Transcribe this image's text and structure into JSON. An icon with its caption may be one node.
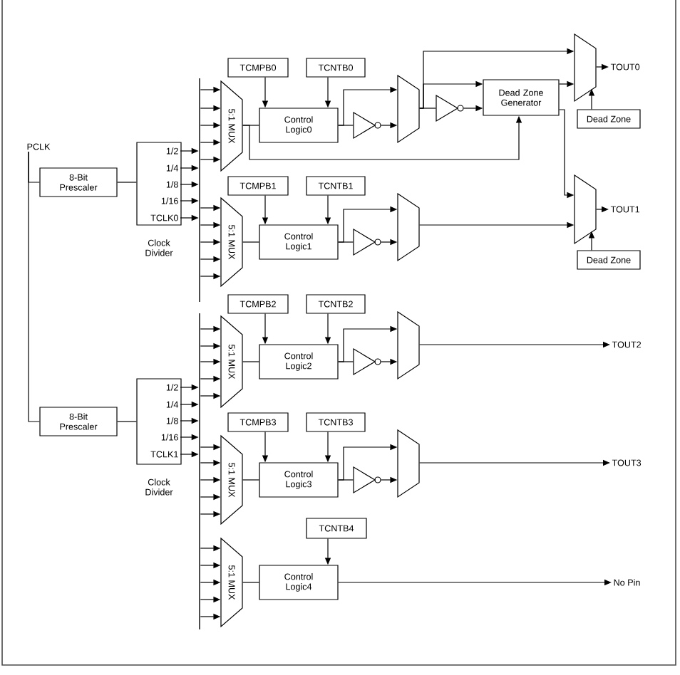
{
  "diagram": {
    "nodes": [
      {
        "text": [
          "PCLK"
        ]
      },
      {
        "text": [
          "8-Bit Prescaler"
        ]
      },
      {
        "text": [],
        "shape": "box",
        "beside": [
          "Clock Divider"
        ]
      },
      {
        "text": [
          "1/2"
        ],
        "in": 2
      },
      {
        "text": [
          "1/4"
        ],
        "in": 2
      },
      {
        "text": [
          "1/8"
        ],
        "in": 2
      },
      {
        "text": [
          "1/16"
        ],
        "in": 2
      },
      {
        "text": [
          "TCLK0"
        ],
        "in": 2
      },
      {
        "text": [
          "8-Bit Prescaler"
        ]
      },
      {
        "text": [],
        "shape": "box",
        "beside": [
          "Clock Divider"
        ]
      },
      {
        "text": [
          "1/2"
        ],
        "in": 9
      },
      {
        "text": [
          "1/4"
        ],
        "in": 9
      },
      {
        "text": [
          "1/8"
        ],
        "in": 9
      },
      {
        "text": [
          "1/16"
        ],
        "in": 9
      },
      {
        "text": [
          "TCLK1"
        ],
        "in": 9
      },
      {
        "text": [],
        "shape": "bar"
      },
      {
        "text": [],
        "shape": "bar"
      },
      {
        "text": [
          "5:1 MUX"
        ]
      },
      {
        "text": [
          "TCMPB0"
        ]
      },
      {
        "text": [
          "TCNTB0"
        ]
      },
      {
        "text": [
          "Control Logic0"
        ]
      },
      {
        "text": [],
        "shape": "triangle"
      },
      {
        "text": [],
        "shape": "trapezoid"
      },
      {
        "text": [],
        "shape": "triangle"
      },
      {
        "text": [
          "Dead Zone Generator"
        ]
      },
      {
        "text": [],
        "shape": "trapezoid"
      },
      {
        "text": [
          "Dead Zone"
        ]
      },
      {
        "text": [
          "TOUT0"
        ]
      },
      {
        "text": [
          "5:1 MUX"
        ]
      },
      {
        "text": [
          "TCMPB1"
        ]
      },
      {
        "text": [
          "TCNTB1"
        ]
      },
      {
        "text": [
          "Control Logic1"
        ]
      },
      {
        "text": [],
        "shape": "triangle"
      },
      {
        "text": [],
        "shape": "trapezoid"
      },
      {
        "text": [],
        "shape": "trapezoid"
      },
      {
        "text": [
          "Dead Zone"
        ]
      },
      {
        "text": [
          "TOUT1"
        ]
      },
      {
        "text": [
          "5:1 MUX"
        ]
      },
      {
        "text": [
          "TCMPB2"
        ]
      },
      {
        "text": [
          "TCNTB2"
        ]
      },
      {
        "text": [
          "Control Logic2"
        ]
      },
      {
        "text": [],
        "shape": "triangle"
      },
      {
        "text": [],
        "shape": "trapezoid"
      },
      {
        "text": [
          "TOUT2"
        ]
      },
      {
        "text": [
          "5:1 MUX"
        ]
      },
      {
        "text": [
          "TCMPB3"
        ]
      },
      {
        "text": [
          "TCNTB3"
        ]
      },
      {
        "text": [
          "Control Logic3"
        ]
      },
      {
        "text": [],
        "shape": "triangle"
      },
      {
        "text": [],
        "shape": "trapezoid"
      },
      {
        "text": [
          "TOUT3"
        ]
      },
      {
        "text": [
          "5:1 MUX"
        ]
      },
      {
        "text": [
          "TCNTB4"
        ]
      },
      {
        "text": [
          "Control Logic4"
        ]
      },
      {
        "text": [
          "No Pin"
        ]
      }
    ],
    "edges": [
      {
        "from": 0,
        "to": 1,
        "arrow": "none"
      },
      {
        "from": 0,
        "to": 8,
        "arrow": "none"
      },
      {
        "from": 1,
        "to": 2,
        "arrow": "none"
      },
      {
        "from": 8,
        "to": 9,
        "arrow": "none"
      },
      {
        "from": 3,
        "to": 15,
        "arrow": "to"
      },
      {
        "from": 4,
        "to": 15,
        "arrow": "to"
      },
      {
        "from": 5,
        "to": 15,
        "arrow": "to"
      },
      {
        "from": 6,
        "to": 15,
        "arrow": "to"
      },
      {
        "from": 7,
        "to": 15,
        "arrow": "to"
      },
      {
        "from": 10,
        "to": 16,
        "arrow": "to"
      },
      {
        "from": 11,
        "to": 16,
        "arrow": "to"
      },
      {
        "from": 12,
        "to": 16,
        "arrow": "to"
      },
      {
        "from": 13,
        "to": 16,
        "arrow": "to"
      },
      {
        "from": 14,
        "to": 16,
        "arrow": "to"
      },
      {
        "from": 15,
        "to": 17,
        "arrow": "to"
      },
      {
        "from": 15,
        "to": 17,
        "arrow": "to"
      },
      {
        "from": 15,
        "to": 17,
        "arrow": "to"
      },
      {
        "from": 15,
        "to": 17,
        "arrow": "to"
      },
      {
        "from": 15,
        "to": 17,
        "arrow": "to"
      },
      {
        "from": 15,
        "to": 28,
        "arrow": "to"
      },
      {
        "from": 15,
        "to": 28,
        "arrow": "to"
      },
      {
        "from": 15,
        "to": 28,
        "arrow": "to"
      },
      {
        "from": 15,
        "to": 28,
        "arrow": "to"
      },
      {
        "from": 15,
        "to": 28,
        "arrow": "to"
      },
      {
        "from": 16,
        "to": 37,
        "arrow": "to"
      },
      {
        "from": 16,
        "to": 37,
        "arrow": "to"
      },
      {
        "from": 16,
        "to": 37,
        "arrow": "to"
      },
      {
        "from": 16,
        "to": 37,
        "arrow": "to"
      },
      {
        "from": 16,
        "to": 37,
        "arrow": "to"
      },
      {
        "from": 16,
        "to": 44,
        "arrow": "to"
      },
      {
        "from": 16,
        "to": 44,
        "arrow": "to"
      },
      {
        "from": 16,
        "to": 44,
        "arrow": "to"
      },
      {
        "from": 16,
        "to": 44,
        "arrow": "to"
      },
      {
        "from": 16,
        "to": 44,
        "arrow": "to"
      },
      {
        "from": 16,
        "to": 51,
        "arrow": "to"
      },
      {
        "from": 16,
        "to": 51,
        "arrow": "to"
      },
      {
        "from": 16,
        "to": 51,
        "arrow": "to"
      },
      {
        "from": 16,
        "to": 51,
        "arrow": "to"
      },
      {
        "from": 16,
        "to": 51,
        "arrow": "to"
      },
      {
        "from": 17,
        "to": 20,
        "arrow": "none"
      },
      {
        "from": 17,
        "to": 24,
        "arrow": "to"
      },
      {
        "from": 18,
        "to": 20,
        "arrow": "to"
      },
      {
        "from": 19,
        "to": 20,
        "arrow": "to"
      },
      {
        "from": 20,
        "to": 22,
        "arrow": "to"
      },
      {
        "from": 20,
        "to": 21,
        "arrow": "none"
      },
      {
        "from": 21,
        "to": 22,
        "arrow": "to"
      },
      {
        "from": 22,
        "to": 25,
        "arrow": "to"
      },
      {
        "from": 22,
        "to": 24,
        "arrow": "to"
      },
      {
        "from": 22,
        "to": 23,
        "arrow": "none"
      },
      {
        "from": 23,
        "to": 24,
        "arrow": "to"
      },
      {
        "from": 24,
        "to": 25,
        "arrow": "to"
      },
      {
        "from": 24,
        "to": 34,
        "arrow": "to"
      },
      {
        "from": 26,
        "to": 25,
        "arrow": "to"
      },
      {
        "from": 25,
        "to": 27,
        "arrow": "to"
      },
      {
        "from": 28,
        "to": 31,
        "arrow": "none"
      },
      {
        "from": 29,
        "to": 31,
        "arrow": "to"
      },
      {
        "from": 30,
        "to": 31,
        "arrow": "to"
      },
      {
        "from": 31,
        "to": 33,
        "arrow": "to"
      },
      {
        "from": 31,
        "to": 32,
        "arrow": "none"
      },
      {
        "from": 32,
        "to": 33,
        "arrow": "to"
      },
      {
        "from": 33,
        "to": 34,
        "arrow": "to"
      },
      {
        "from": 35,
        "to": 34,
        "arrow": "to"
      },
      {
        "from": 34,
        "to": 36,
        "arrow": "to"
      },
      {
        "from": 37,
        "to": 40,
        "arrow": "none"
      },
      {
        "from": 38,
        "to": 40,
        "arrow": "to"
      },
      {
        "from": 39,
        "to": 40,
        "arrow": "to"
      },
      {
        "from": 40,
        "to": 42,
        "arrow": "to"
      },
      {
        "from": 40,
        "to": 41,
        "arrow": "none"
      },
      {
        "from": 41,
        "to": 42,
        "arrow": "to"
      },
      {
        "from": 42,
        "to": 43,
        "arrow": "to"
      },
      {
        "from": 44,
        "to": 47,
        "arrow": "none"
      },
      {
        "from": 45,
        "to": 47,
        "arrow": "to"
      },
      {
        "from": 46,
        "to": 47,
        "arrow": "to"
      },
      {
        "from": 47,
        "to": 49,
        "arrow": "to"
      },
      {
        "from": 47,
        "to": 48,
        "arrow": "none"
      },
      {
        "from": 48,
        "to": 49,
        "arrow": "to"
      },
      {
        "from": 49,
        "to": 50,
        "arrow": "to"
      },
      {
        "from": 51,
        "to": 53,
        "arrow": "none"
      },
      {
        "from": 52,
        "to": 53,
        "arrow": "to"
      },
      {
        "from": 53,
        "to": 54,
        "arrow": "to"
      }
    ]
  }
}
